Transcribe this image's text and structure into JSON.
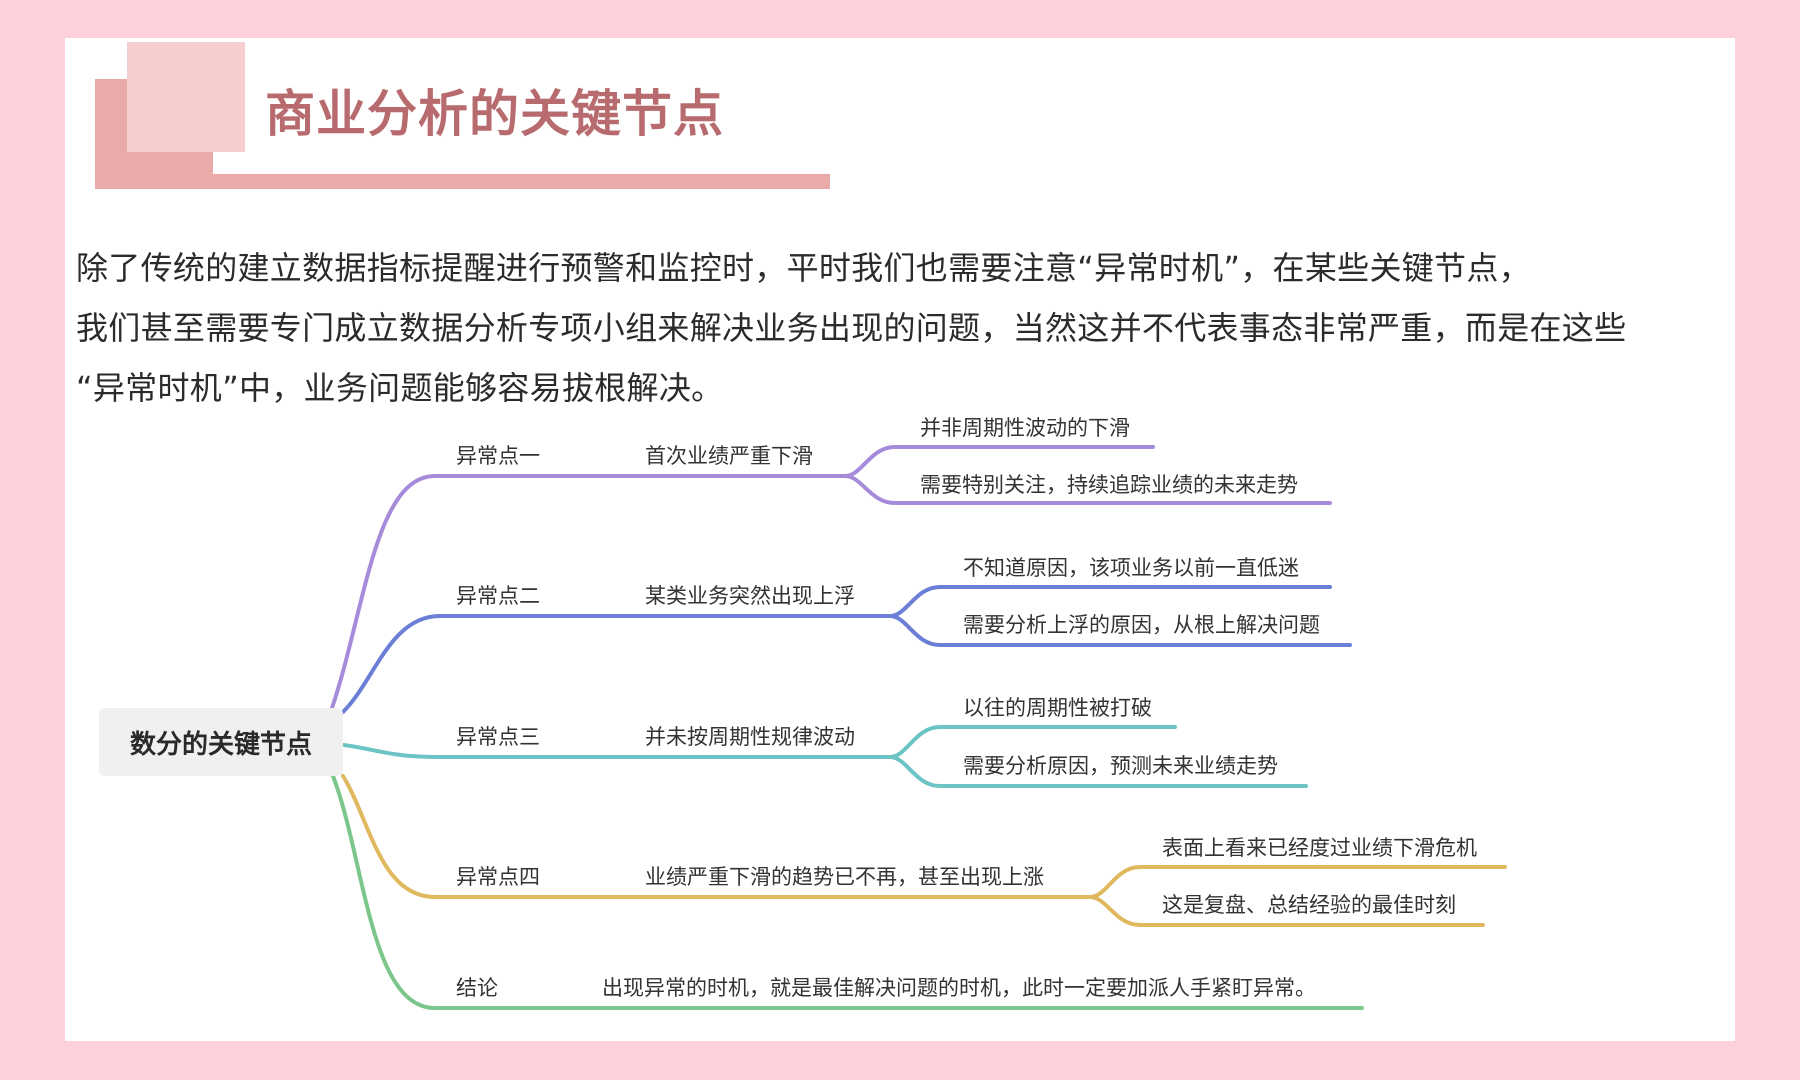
{
  "header": {
    "title": "商业分析的关键节点"
  },
  "intro": {
    "lines": [
      "除了传统的建立数据指标提醒进行预警和监控时，平时我们也需要注意“异常时机”，在某些关键节点，",
      "我们甚至需要专门成立数据分析专项小组来解决业务出现的问题，当然这并不代表事态非常严重，而是在这些",
      "“异常时机”中，业务问题能够容易拔根解决。"
    ]
  },
  "mindmap": {
    "root": "数分的关键节点",
    "branches": [
      {
        "label": "异常点一",
        "summary": "首次业绩严重下滑",
        "color": "#a78bdb",
        "children": [
          "并非周期性波动的下滑",
          "需要特别关注，持续追踪业绩的未来走势"
        ]
      },
      {
        "label": "异常点二",
        "summary": "某类业务突然出现上浮",
        "color": "#6b7fd6",
        "children": [
          "不知道原因，该项业务以前一直低迷",
          "需要分析上浮的原因，从根上解决问题"
        ]
      },
      {
        "label": "异常点三",
        "summary": "并未按周期性规律波动",
        "color": "#6cc4c4",
        "children": [
          "以往的周期性被打破",
          "需要分析原因，预测未来业绩走势"
        ]
      },
      {
        "label": "异常点四",
        "summary": "业绩严重下滑的趋势已不再，甚至出现上涨",
        "color": "#e0b85e",
        "children": [
          "表面上看来已经度过业绩下滑危机",
          "这是复盘、总结经验的最佳时刻"
        ]
      },
      {
        "label": "结论",
        "summary": "出现异常的时机，就是最佳解决问题的时机，此时一定要加派人手紧盯异常。",
        "color": "#7cc68c",
        "children": []
      }
    ]
  },
  "colors": {
    "background": "#fdd0da",
    "title": "#b86b6e",
    "deco_dark": "#eaaaa9",
    "deco_light": "#f5cfd0"
  }
}
